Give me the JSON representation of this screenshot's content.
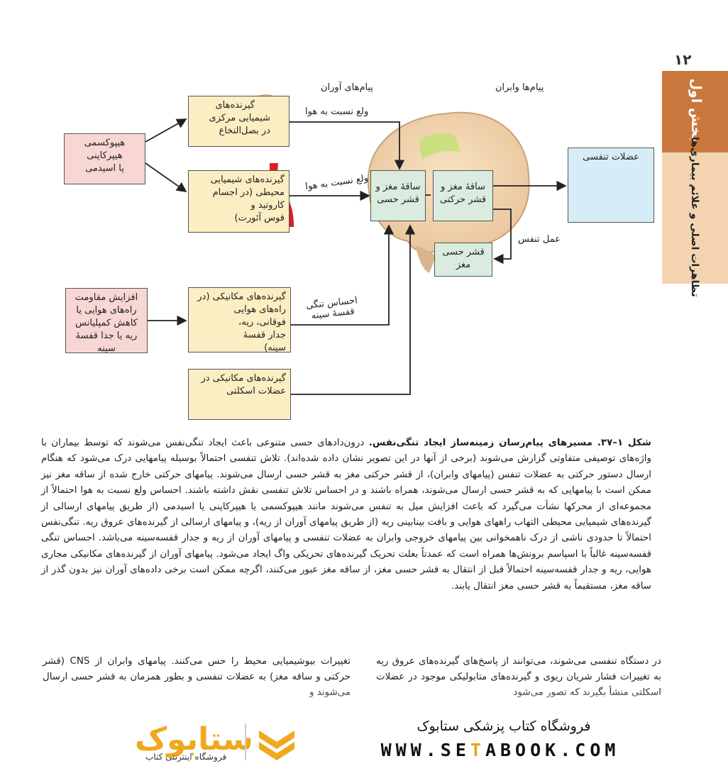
{
  "page_number": "۱۲",
  "side_tab": {
    "part": "بخش اول",
    "chapter": "تظاهرات اصلی و علائم بیماری‌ها"
  },
  "diagram": {
    "afferent_label": "پیام‌های آوران",
    "efferent_label": "پیام‌ها وابران",
    "box_hypoxemia": [
      "هیپوکسمی",
      "هیپرکاپنی",
      "یا اسیدمی"
    ],
    "box_central_chemo": [
      "گیرنده‌های",
      "شیمیایی مرکزی",
      "در بصل‌النخاع"
    ],
    "box_peripheral_chemo": [
      "گیرنده‌های شیمیایی",
      "محیطی (در اجسام",
      "کاروتید و",
      "قوس آئورت)"
    ],
    "box_brainstem_sensory": [
      "ساقهٔ مغز و",
      "قشر حسی"
    ],
    "box_brainstem_motor": [
      "ساقهٔ مغز و",
      "قشر حرکتی"
    ],
    "box_sensory_cortex": [
      "قشر حسی",
      "مغز"
    ],
    "box_resp_muscles": "عضلات تنفسی",
    "box_airway_resistance": [
      "افزایش مقاومت",
      "راه‌های هوایی یا",
      "کاهش کمپلیانس",
      "ریه یا جدا قفسهٔ",
      "سینه"
    ],
    "box_mechano_airway": [
      "گیرنده‌های مکانیکی (در",
      "راه‌های هوایی",
      "فوقانی، ریه،",
      "جدار قفسهٔ",
      "سینه)"
    ],
    "box_mechano_skeletal": [
      "گیرنده‌های مکانیکی در",
      "عضلات اسکلتی"
    ],
    "label_air_hunger_1": "ولع نسبت به هوا",
    "label_air_hunger_2": "ولع نسبت به هوا",
    "label_work_breathing": "عمل تنفس",
    "label_chest_tightness": [
      "احساس تنگی",
      "قفسهٔ سینه"
    ]
  },
  "caption": {
    "lead": "شکل ۱–۳۷. مسیرهای پیام‌رسان زمینه‌ساز ایجاد تنگی‌نفس.",
    "body": "درون‌دادهای حسی متنوعی باعث ایجاد تنگی‌نفس می‌شوند که توسط بیماران با واژه‌های توصیفی متفاوتی گزارش می‌شوند (برخی از آنها در این تصویر نشان داده شده‌اند). تلاش تنفسی احتمالاً بوسیله پیامهایی درک می‌شود که هنگام ارسال دستور حرکتی به عضلات تنفس (پیامهای وابران)، از قشر حرکتی مغز به قشر حسی ارسال می‌شوند. پیامهای حرکتی خارج شده از ساقه مغز نیز ممکن است با پیامهایی که به قشر حسی ارسال می‌شوند، همراه باشند و در احساس تلاش تنفسی نقش داشته باشند. احساس ولع نسبت به هوا احتمالاً از مجموعه‌ای از محرکها نشأت می‌گیرد که باعث افزایش میل به تنفس می‌شوند مانند هیپوکسمی یا هیپرکاپنی یا اسیدمی (از طریق پیامهای ارسالی از گیرنده‌های شیمیایی محیطی التهاب راههای هوایی و بافت بینابینی ریه (از طریق پیامهای آوران از ریه)، و پیامهای ارسالی از گیرنده‌های عروق ریه. تنگی‌نفس احتمالاً تا حدودی ناشی از درک ناهمخوانی بین پیامهای خروجی وابران به عضلات تنفسی و پیامهای آوران از ریه و جدار قفسه‌سینه می‌باشد. احساس تنگی قفسه‌سینه غالباً با اسپاسم برونش‌ها همراه است که عمدتاً بعلت تحریک گیرنده‌های تحریکی واگ ایجاد می‌شود. پیامهای آوران از گیرنده‌های مکانیکی مجاری هوایی، ریه و جدار قفسه‌سینه احتمالاً قبل از انتقال به قشر حسی مغز، از ساقه مغز عبور می‌کنند، اگرچه ممکن است برخی داده‌های آوران نیز بدون گذر از ساقه مغز، مستقیماً به قشر حسی مغز انتقال یابند."
  },
  "col_right": "در دستگاه تنفسی می‌شوند، می‌توانند از پاسخ‌های گیرنده‌های عروق ریه به تغییرات فشار شریان ریوی و گیرنده‌های متابولیکی موجود در عضلات اسکلتی منشأ بگیرند که تصور می‌شود",
  "col_left": "تغییرات بیوشیمیایی محیط را حس می‌کنند. پیامهای وابران از CNS (قشر حرکتی و ساقه مغز) به عضلات تنفسی و بطور همزمان به قشر حسی ارسال می‌شوند و",
  "footer": {
    "store_name": "فروشگاه کتاب پزشکی ستابوک",
    "url_pre": "WWW.SE",
    "url_mid": "T",
    "url_mid2": "ABO",
    "url_post": "OK.COM",
    "logo": "ستابوک",
    "logo_sub": "فروشگاه اینترنتی کتاب"
  }
}
